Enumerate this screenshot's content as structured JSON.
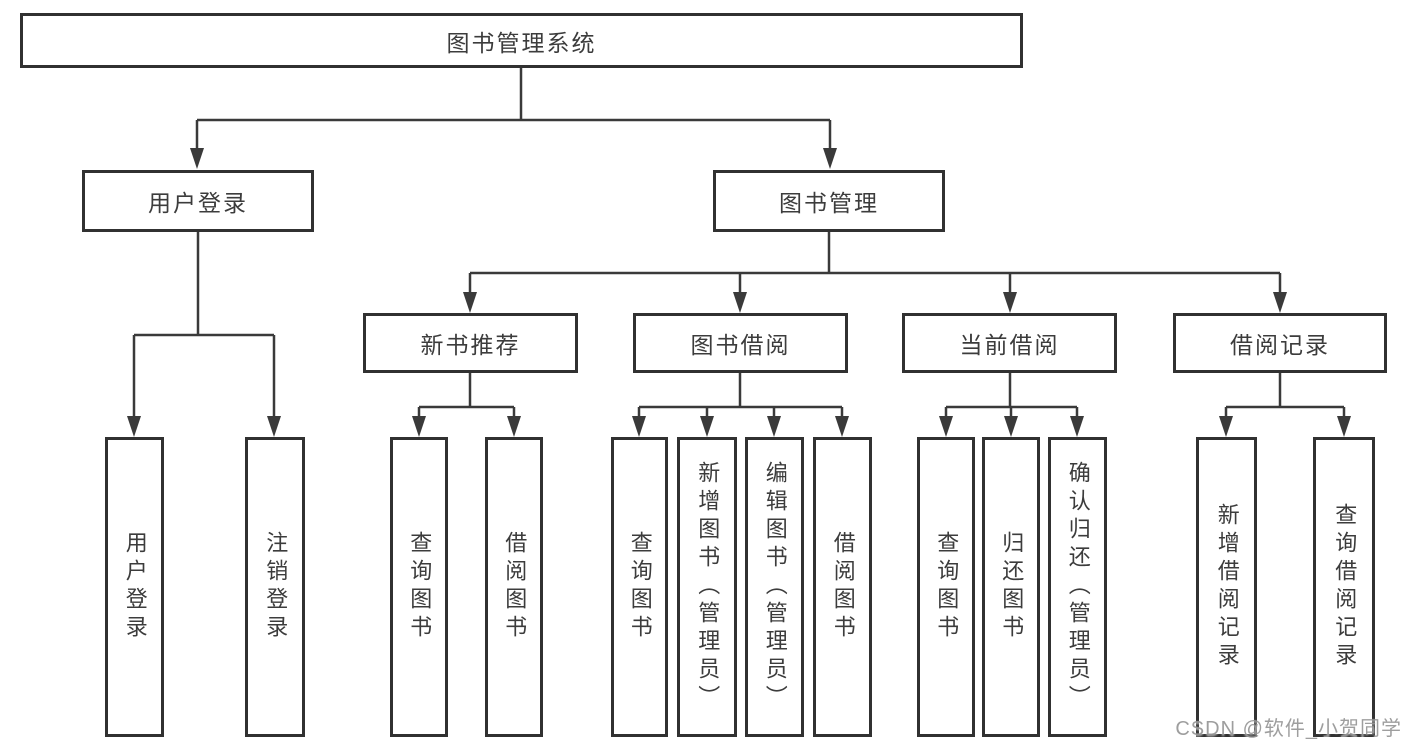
{
  "diagram": {
    "root": {
      "label": "图书管理系统"
    },
    "branches": [
      {
        "label": "用户登录",
        "leaves": [
          {
            "label": "用户登录"
          },
          {
            "label": "注销登录"
          }
        ]
      },
      {
        "label": "图书管理",
        "groups": [
          {
            "label": "新书推荐",
            "leaves": [
              {
                "label": "查询图书"
              },
              {
                "label": "借阅图书"
              }
            ]
          },
          {
            "label": "图书借阅",
            "leaves": [
              {
                "label": "查询图书"
              },
              {
                "label": "新增图书（管理员）"
              },
              {
                "label": "编辑图书（管理员）"
              },
              {
                "label": "借阅图书"
              }
            ]
          },
          {
            "label": "当前借阅",
            "leaves": [
              {
                "label": "查询图书"
              },
              {
                "label": "归还图书"
              },
              {
                "label": "确认归还（管理员）"
              }
            ]
          },
          {
            "label": "借阅记录",
            "leaves": [
              {
                "label": "新增借阅记录"
              },
              {
                "label": "查询借阅记录"
              }
            ]
          }
        ]
      }
    ]
  },
  "watermark": {
    "label": "CSDN @软件_小贺同学"
  },
  "colors": {
    "background": "#ffffff",
    "box_border": "#313131",
    "line": "#3a3a3a",
    "text": "#3c3c3c",
    "watermark": "#949494"
  }
}
